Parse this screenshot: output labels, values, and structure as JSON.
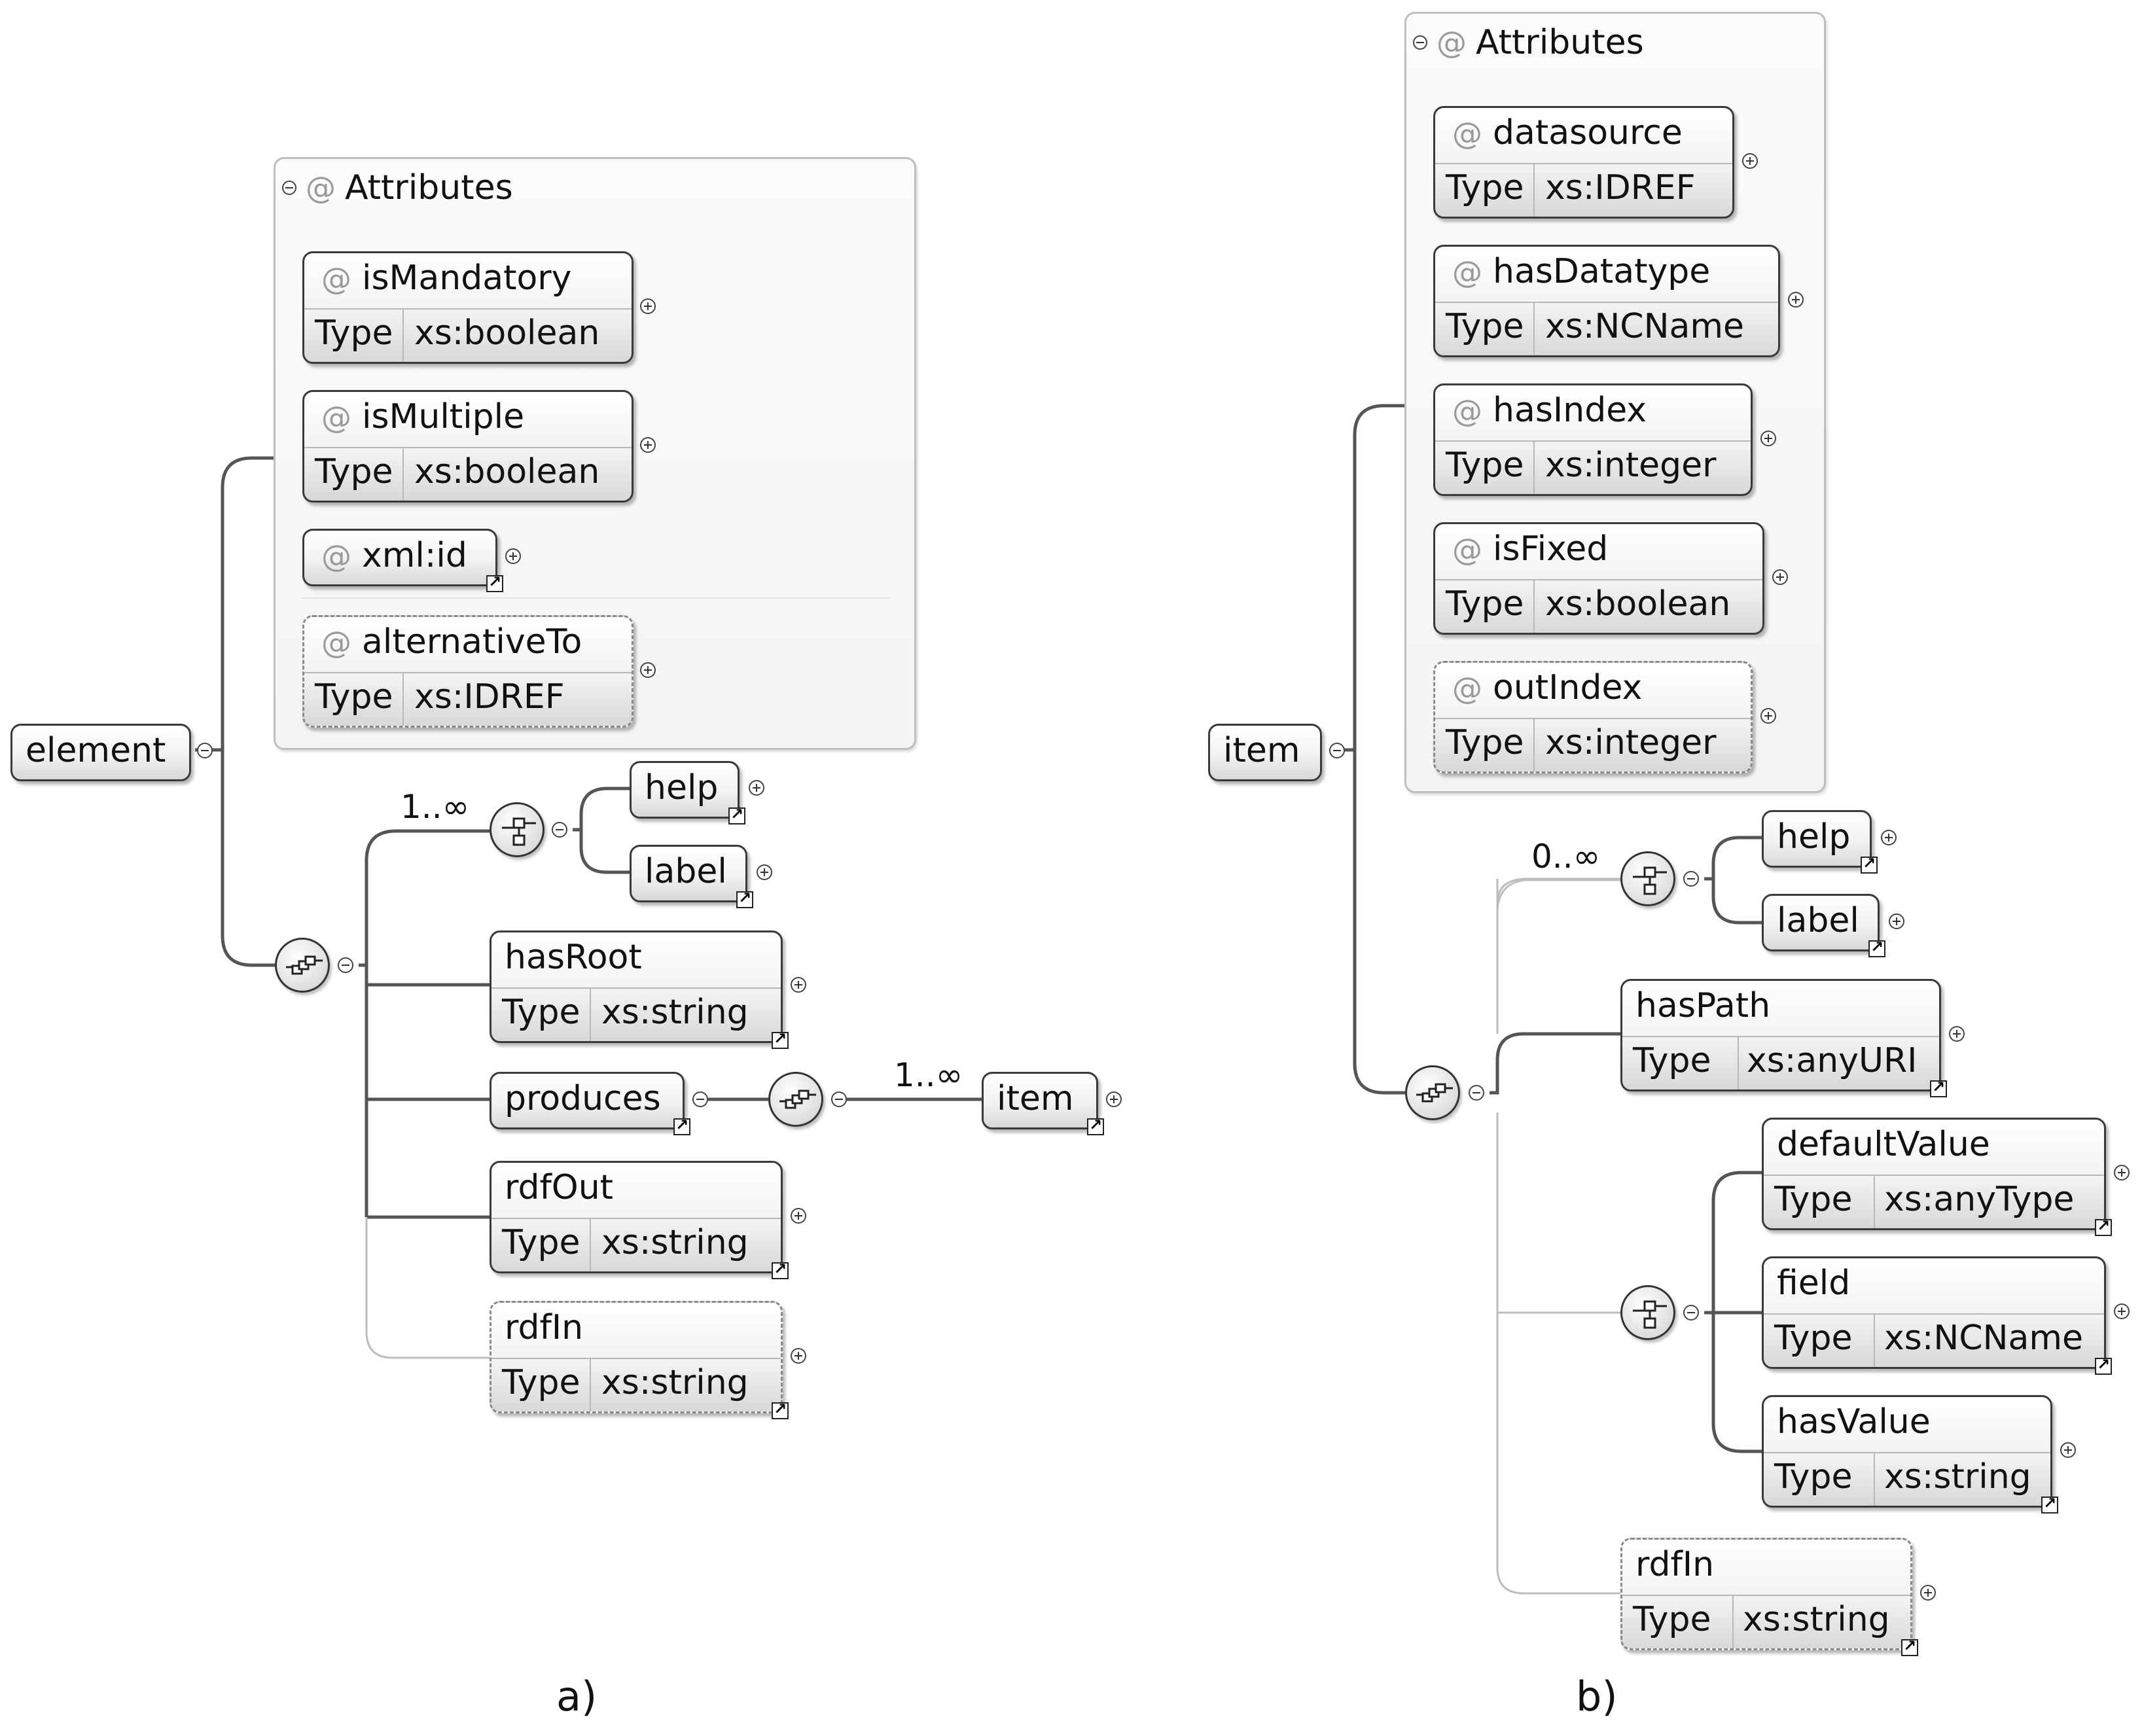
{
  "diagram_a": {
    "caption": "a)",
    "root": "element",
    "attributes_title": "Attributes",
    "attributes": [
      {
        "name": "isMandatory",
        "type_label": "Type",
        "type": "xs:boolean"
      },
      {
        "name": "isMultiple",
        "type_label": "Type",
        "type": "xs:boolean"
      },
      {
        "name": "xml:id"
      },
      {
        "name": "alternativeTo",
        "type_label": "Type",
        "type": "xs:IDREF"
      }
    ],
    "choice_cardinality": "1..∞",
    "choice_items": [
      "help",
      "label"
    ],
    "children": [
      {
        "name": "hasRoot",
        "type_label": "Type",
        "type": "xs:string"
      },
      {
        "name": "produces"
      },
      {
        "name": "rdfOut",
        "type_label": "Type",
        "type": "xs:string"
      },
      {
        "name": "rdfIn",
        "type_label": "Type",
        "type": "xs:string"
      }
    ],
    "produces_cardinality": "1..∞",
    "produces_target": "item"
  },
  "diagram_b": {
    "caption": "b)",
    "root": "item",
    "attributes_title": "Attributes",
    "attributes": [
      {
        "name": "datasource",
        "type_label": "Type",
        "type": "xs:IDREF"
      },
      {
        "name": "hasDatatype",
        "type_label": "Type",
        "type": "xs:NCName"
      },
      {
        "name": "hasIndex",
        "type_label": "Type",
        "type": "xs:integer"
      },
      {
        "name": "isFixed",
        "type_label": "Type",
        "type": "xs:boolean"
      },
      {
        "name": "outIndex",
        "type_label": "Type",
        "type": "xs:integer"
      }
    ],
    "choice_cardinality": "0..∞",
    "choice_items": [
      "help",
      "label"
    ],
    "hasPath": {
      "name": "hasPath",
      "type_label": "Type",
      "type": "xs:anyURI"
    },
    "value_choice": [
      {
        "name": "defaultValue",
        "type_label": "Type",
        "type": "xs:anyType"
      },
      {
        "name": "field",
        "type_label": "Type",
        "type": "xs:NCName"
      },
      {
        "name": "hasValue",
        "type_label": "Type",
        "type": "xs:string"
      }
    ],
    "rdfIn": {
      "name": "rdfIn",
      "type_label": "Type",
      "type": "xs:string"
    }
  }
}
